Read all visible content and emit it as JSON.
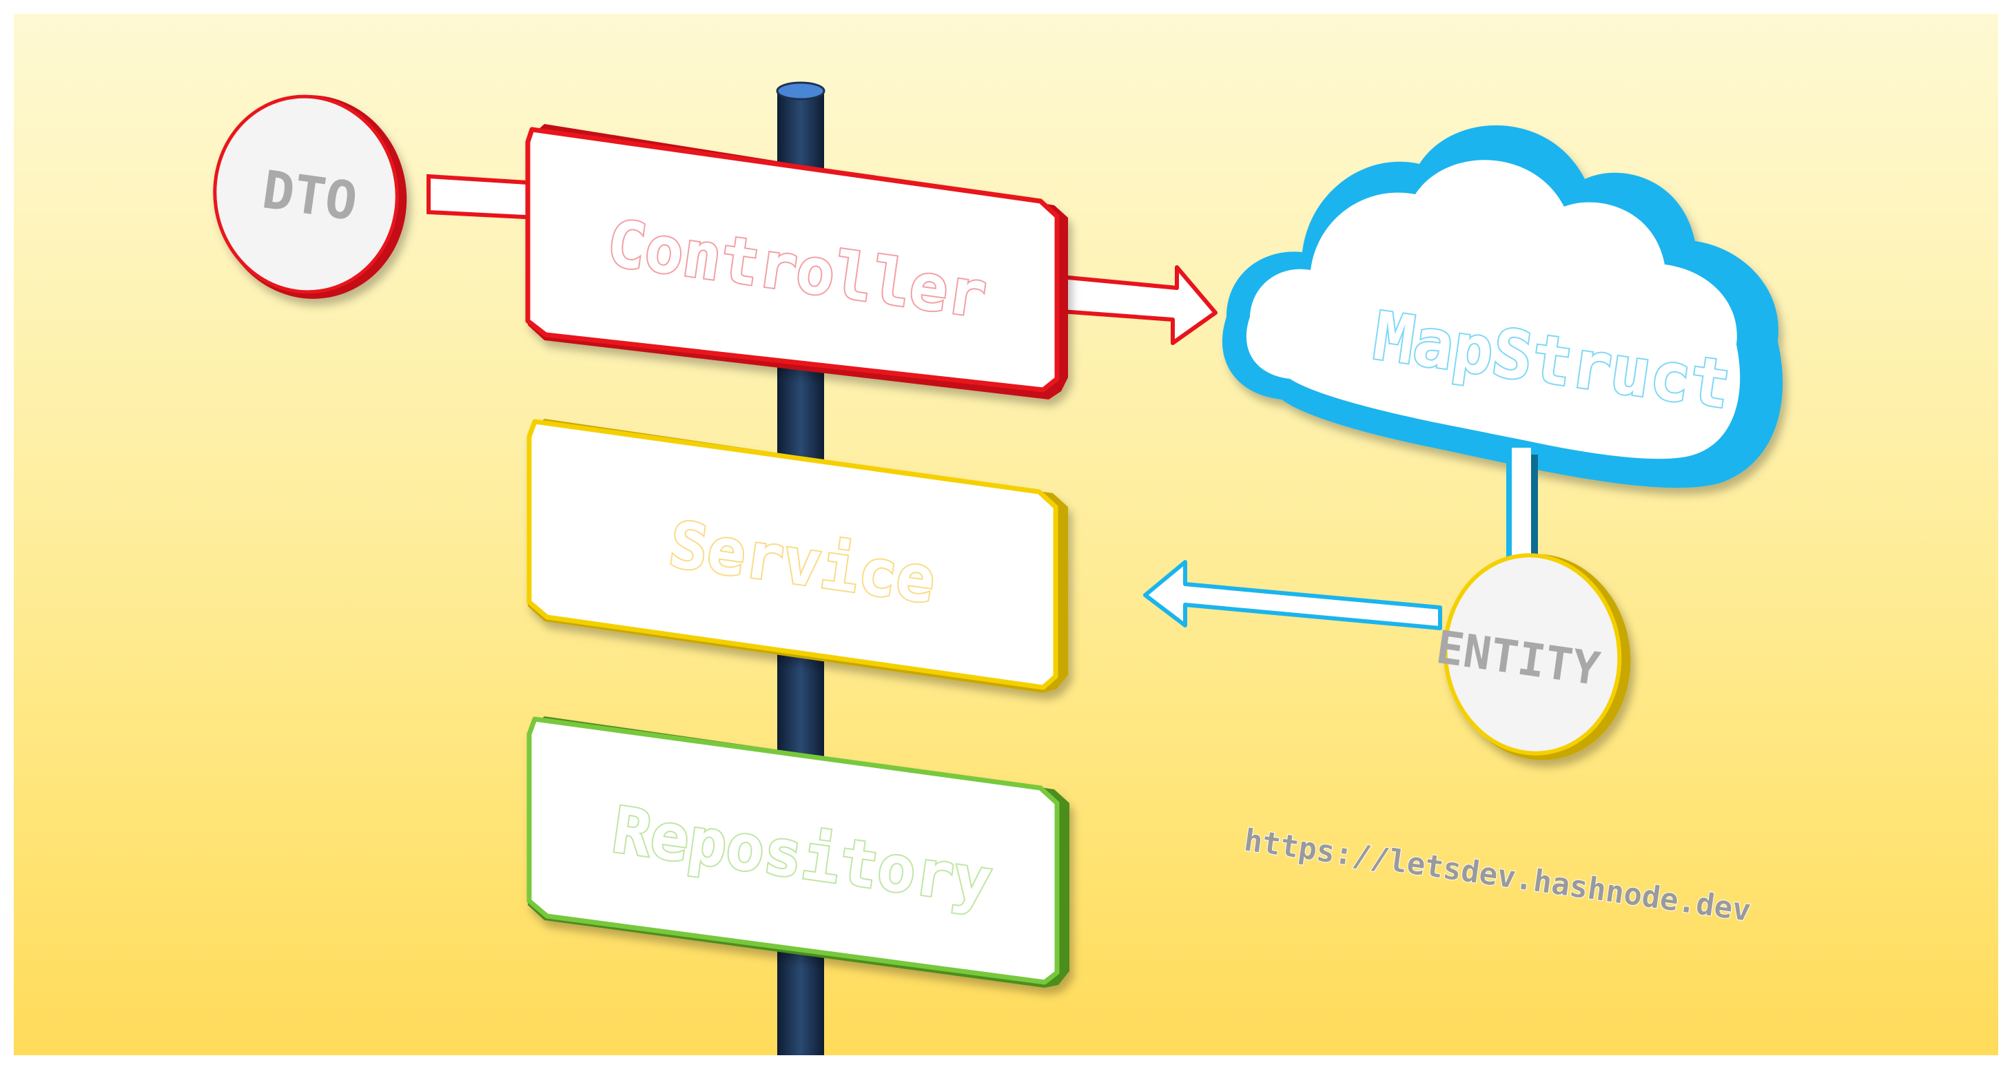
{
  "signs": {
    "controller": "Controller",
    "service": "Service",
    "repository": "Repository"
  },
  "badges": {
    "dto": "DTO",
    "entity": "ENTITY"
  },
  "cloud": {
    "label": "MapStruct"
  },
  "footer": {
    "url": "https://letsdev.hashnode.dev"
  },
  "colors": {
    "controller": "#e8141c",
    "service": "#f5d000",
    "repository": "#78c83c",
    "mapstruct": "#1ab4ee",
    "pole": "#1c3250",
    "pole_cap": "#4a86d6"
  }
}
